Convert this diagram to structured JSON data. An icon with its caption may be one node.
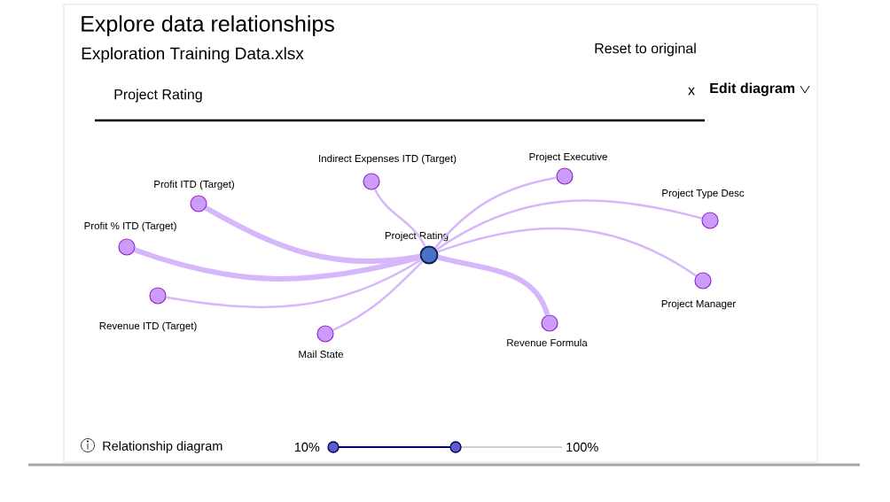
{
  "diagram": {
    "title": "Explore data relationships",
    "nodes": [
      {
        "text": [
          "Project Rating"
        ]
      },
      {
        "text": [
          "Indirect Expenses ITD (Target)"
        ]
      },
      {
        "text": [
          "Profit ITD (Target)"
        ]
      },
      {
        "text": [
          "Profit % ITD (Target)"
        ]
      },
      {
        "text": [
          "Revenue ITD (Target)"
        ]
      },
      {
        "text": [
          "Mail State"
        ]
      },
      {
        "text": [
          "Revenue Formula"
        ]
      },
      {
        "text": [
          "Project Executive"
        ]
      },
      {
        "text": [
          "Project Type Desc"
        ]
      },
      {
        "text": [
          "Project Manager"
        ]
      }
    ],
    "edges": [
      {
        "from": 0,
        "to": 1,
        "arrow": "none"
      },
      {
        "from": 0,
        "to": 2,
        "arrow": "none",
        "style": "thick"
      },
      {
        "from": 0,
        "to": 3,
        "arrow": "none",
        "style": "thick"
      },
      {
        "from": 0,
        "to": 4,
        "arrow": "none"
      },
      {
        "from": 0,
        "to": 5,
        "arrow": "none"
      },
      {
        "from": 0,
        "to": 6,
        "arrow": "none",
        "style": "thick"
      },
      {
        "from": 0,
        "to": 7,
        "arrow": "none"
      },
      {
        "from": 0,
        "to": 8,
        "arrow": "none"
      },
      {
        "from": 0,
        "to": 9,
        "arrow": "none"
      }
    ],
    "labels": [
      "Exploration Training Data.xlsx",
      "Reset to original",
      "Project Rating",
      "x",
      "Edit diagram",
      "Relationship diagram",
      "10%",
      "100%"
    ]
  }
}
